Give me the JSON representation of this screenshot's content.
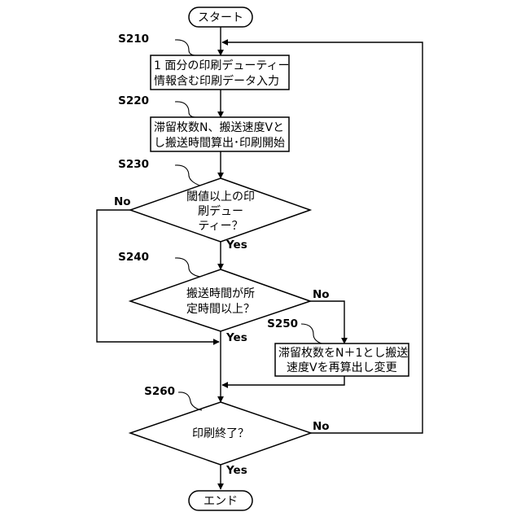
{
  "start": {
    "label": "スタート"
  },
  "end": {
    "label": "エンド"
  },
  "steps": {
    "s210": {
      "id": "S210",
      "line1": "1 面分の印刷デューティー",
      "line2": "情報含む印刷データ入力"
    },
    "s220": {
      "id": "S220",
      "line1": "滞留枚数N、搬送速度Vと",
      "line2": "し搬送時間算出･印刷開始"
    },
    "s230": {
      "id": "S230",
      "line1": "閾値以上の印",
      "line2": "刷デュー",
      "line3": "ティー？"
    },
    "s240": {
      "id": "S240",
      "line1": "搬送時間が所",
      "line2": "定時間以上？"
    },
    "s250": {
      "id": "S250",
      "line1": "滞留枚数をN＋1とし搬送",
      "line2": "速度Vを再算出し変更"
    },
    "s260": {
      "id": "S260",
      "line1": "印刷終了？"
    }
  },
  "answers": {
    "s230_no": "No",
    "s230_yes": "Yes",
    "s240_no": "No",
    "s240_yes": "Yes",
    "s260_no": "No",
    "s260_yes": "Yes"
  }
}
